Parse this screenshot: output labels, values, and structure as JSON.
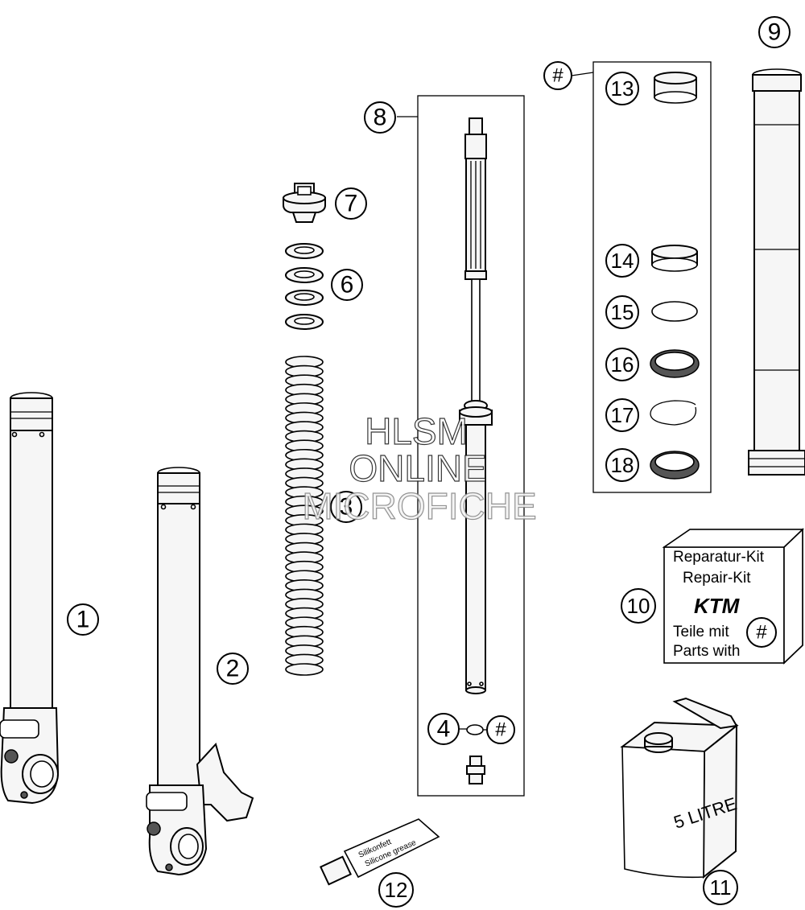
{
  "callouts": [
    {
      "id": "1",
      "label": "1"
    },
    {
      "id": "2",
      "label": "2"
    },
    {
      "id": "3",
      "label": "3"
    },
    {
      "id": "4",
      "label": "4"
    },
    {
      "id": "4h",
      "label": "#"
    },
    {
      "id": "6",
      "label": "6"
    },
    {
      "id": "7",
      "label": "7"
    },
    {
      "id": "8",
      "label": "8"
    },
    {
      "id": "9",
      "label": "9"
    },
    {
      "id": "10",
      "label": "10"
    },
    {
      "id": "10h",
      "label": "#"
    },
    {
      "id": "11",
      "label": "11"
    },
    {
      "id": "12",
      "label": "12"
    },
    {
      "id": "13",
      "label": "13"
    },
    {
      "id": "14",
      "label": "14"
    },
    {
      "id": "15",
      "label": "15"
    },
    {
      "id": "16",
      "label": "16"
    },
    {
      "id": "17",
      "label": "17"
    },
    {
      "id": "18",
      "label": "18"
    },
    {
      "id": "kit",
      "label": "#"
    }
  ],
  "repair_kit": {
    "line1": "Reparatur-Kit",
    "line2": "Repair-Kit",
    "brand": "KTM",
    "line3": "Teile mit",
    "line4": "Parts with"
  },
  "grease_tube": {
    "line1": "Silikonfett",
    "line2": "Silicone grease"
  },
  "oil_can": {
    "label": "5 LITRE"
  },
  "watermark": {
    "line1": "HLSM",
    "line2": "ONLINE",
    "line3": "MICROFICHE"
  }
}
